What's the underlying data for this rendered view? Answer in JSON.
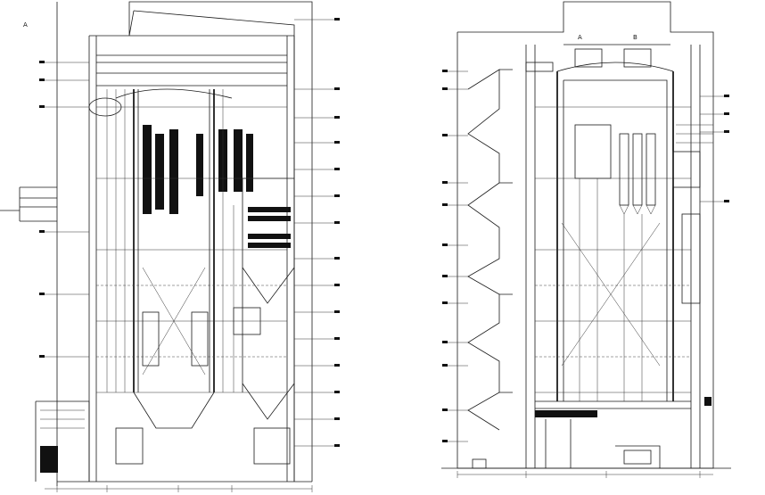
{
  "drawing": {
    "left_view": {
      "header_label": "A"
    },
    "right_view": {
      "label_a": "A",
      "label_b": "B"
    }
  }
}
